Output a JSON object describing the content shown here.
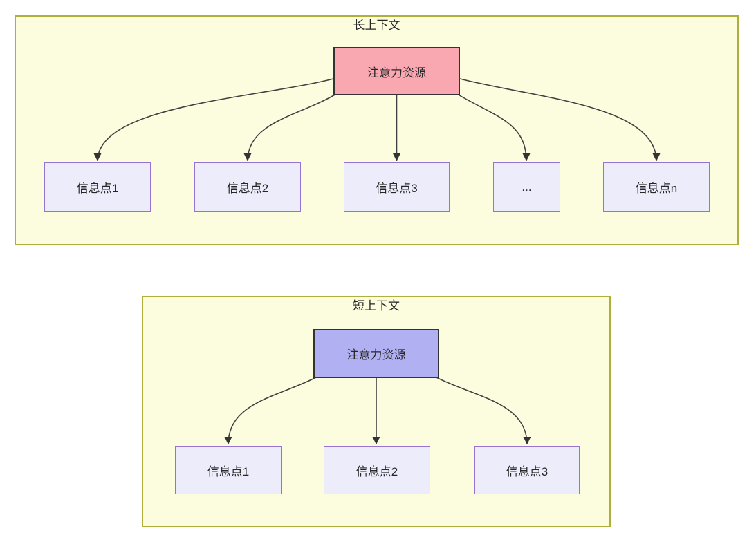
{
  "diagram": {
    "long_context": {
      "title": "长上下文",
      "root": {
        "label": "注意力资源",
        "fill": "#f9a8b2",
        "border": "#333333"
      },
      "children": [
        {
          "label": "信息点1"
        },
        {
          "label": "信息点2"
        },
        {
          "label": "信息点3"
        },
        {
          "label": "..."
        },
        {
          "label": "信息点n"
        }
      ]
    },
    "short_context": {
      "title": "短上下文",
      "root": {
        "label": "注意力资源",
        "fill": "#b1b0f2",
        "border": "#333333"
      },
      "children": [
        {
          "label": "信息点1"
        },
        {
          "label": "信息点2"
        },
        {
          "label": "信息点3"
        }
      ]
    },
    "colors": {
      "panel_fill": "#fcfcdf",
      "panel_border": "#afaf3c",
      "child_fill": "#ececfb",
      "child_border": "#9673d0",
      "edge": "#404040",
      "arrowhead": "#333333",
      "text": "#262626"
    }
  }
}
